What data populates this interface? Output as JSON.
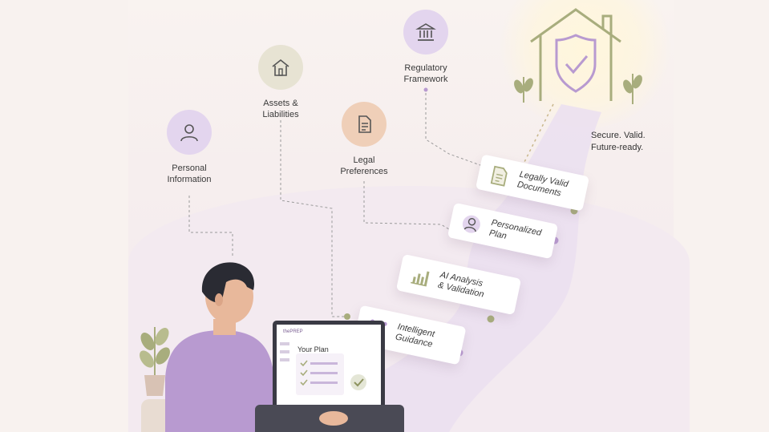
{
  "nodes": {
    "personal": "Personal\nInformation",
    "assets": "Assets &\nLiabilities",
    "legal": "Legal\nPreferences",
    "regulatory": "Regulatory\nFramework"
  },
  "cards": {
    "documents": "Legally Valid\nDocuments",
    "plan": "Personalized\nPlan",
    "analysis": "AI Analysis\n& Validation",
    "guidance": "Intelligent\nGuidance"
  },
  "tagline": "Secure. Valid.\nFuture-ready.",
  "laptop": {
    "brand": "thePREP",
    "plan_title": "Your Plan"
  },
  "colors": {
    "purple": "#b89ad0",
    "olive": "#a8ad7d",
    "peach": "#efcfb8",
    "sage": "#e7e3d3",
    "lavender": "#e3d5ee"
  }
}
